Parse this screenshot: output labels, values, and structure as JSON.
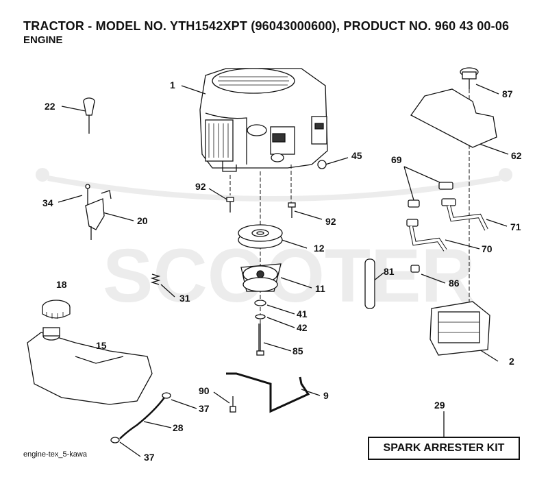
{
  "header": {
    "title": "TRACTOR - MODEL NO. YTH1542XPT (96043000600), PRODUCT NO. 960 43 00-06",
    "subtitle": "ENGINE"
  },
  "watermark": {
    "text": "SCOOTER"
  },
  "callouts": {
    "c1": "1",
    "c22": "22",
    "c87": "87",
    "c45": "45",
    "c62": "62",
    "c69": "69",
    "c92a": "92",
    "c92b": "92",
    "c34": "34",
    "c20": "20",
    "c12": "12",
    "c71": "71",
    "c70": "70",
    "c81": "81",
    "c86": "86",
    "c11": "11",
    "c31": "31",
    "c18": "18",
    "c41": "41",
    "c42": "42",
    "c15": "15",
    "c85": "85",
    "c2": "2",
    "c90": "90",
    "c9": "9",
    "c37a": "37",
    "c28": "28",
    "c29": "29",
    "c37b": "37"
  },
  "footer": {
    "image_ref": "engine-tex_5-kawa",
    "kit_label": "SPARK ARRESTER KIT"
  },
  "colors": {
    "line": "#111111",
    "watermark": "#ececec"
  }
}
